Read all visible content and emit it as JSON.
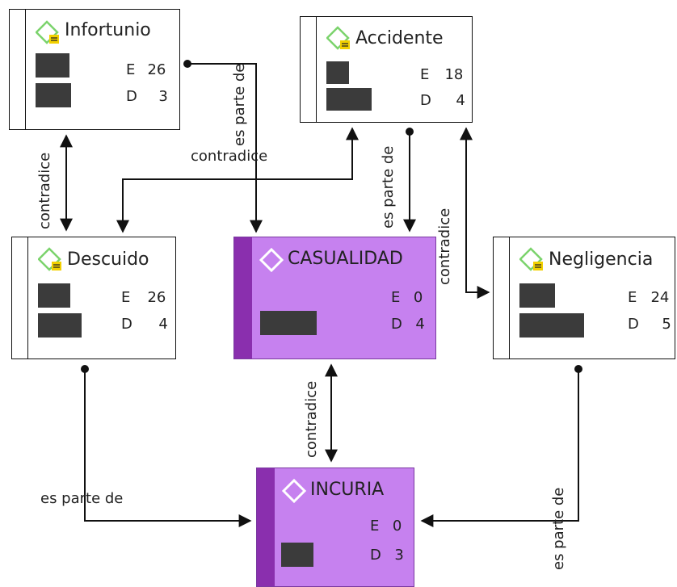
{
  "nodes": {
    "infortunio": {
      "name": "Infortunio",
      "e_label": "E",
      "e_value": "26",
      "d_label": "D",
      "d_value": "3"
    },
    "accidente": {
      "name": "Accidente",
      "e_label": "E",
      "e_value": "18",
      "d_label": "D",
      "d_value": "4"
    },
    "descuido": {
      "name": "Descuido",
      "e_label": "E",
      "e_value": "26",
      "d_label": "D",
      "d_value": "4"
    },
    "casualidad": {
      "name": "CASUALIDAD",
      "e_label": "E",
      "e_value": "0",
      "d_label": "D",
      "d_value": "4"
    },
    "negligencia": {
      "name": "Negligencia",
      "e_label": "E",
      "e_value": "24",
      "d_label": "D",
      "d_value": "5"
    },
    "incuria": {
      "name": "INCURIA",
      "e_label": "E",
      "e_value": "0",
      "d_label": "D",
      "d_value": "3"
    }
  },
  "edges": [
    {
      "from": "Infortunio",
      "to": "CASUALIDAD",
      "label": "es parte de"
    },
    {
      "from": "Infortunio",
      "to": "Descuido",
      "label": "contradice"
    },
    {
      "from": "Accidente",
      "to": "Descuido",
      "label": "contradice"
    },
    {
      "from": "Accidente",
      "to": "CASUALIDAD",
      "label": "es parte de"
    },
    {
      "from": "Accidente",
      "to": "Negligencia",
      "label": "contradice"
    },
    {
      "from": "CASUALIDAD",
      "to": "INCURIA",
      "label": "contradice"
    },
    {
      "from": "Descuido",
      "to": "INCURIA",
      "label": "es parte de"
    },
    {
      "from": "Negligencia",
      "to": "INCURIA",
      "label": "es parte de"
    }
  ],
  "colors": {
    "core_fill": "#c681ef",
    "core_stripe": "#8a2fae",
    "bar": "#3b3b3b",
    "icon_green": "#7bd36c",
    "icon_note": "#f2d000"
  },
  "icons": {
    "concept": "diamond-icon",
    "note": "note-icon"
  }
}
